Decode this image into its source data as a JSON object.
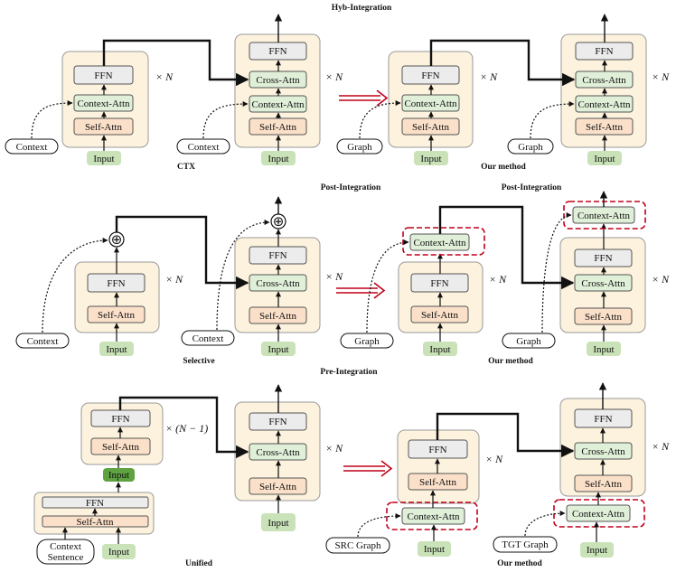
{
  "labels": {
    "hyb_integration": "Hyb-Integration",
    "post_integration": "Post-Integration",
    "pre_integration": "Pre-Integration",
    "ctx": "CTX",
    "our_method": "Our method",
    "selective": "Selective",
    "unified": "Unified"
  },
  "blocks": {
    "ffn": "FFN",
    "cross_attn": "Cross-Attn",
    "context_attn": "Context-Attn",
    "self_attn": "Self-Attn",
    "input": "Input"
  },
  "sources": {
    "context": "Context",
    "graph": "Graph",
    "src_graph": "SRC Graph",
    "tgt_graph": "TGT Graph",
    "context_sentence_line1": "Context",
    "context_sentence_line2": "Sentence"
  },
  "repeat": {
    "times_n": "× N",
    "times_n_minus_1": "× (N − 1)"
  },
  "symbols": {
    "oplus": "⊕"
  },
  "colors": {
    "stack_bg": "#fcf2dd",
    "ffn_fill": "#ececec",
    "attn_green": "#e0efd8",
    "self_attn_fill": "#fbe0c9",
    "input_fill": "#c9e2b8",
    "input_dark": "#5ea242",
    "highlight_red": "#c0001a"
  }
}
